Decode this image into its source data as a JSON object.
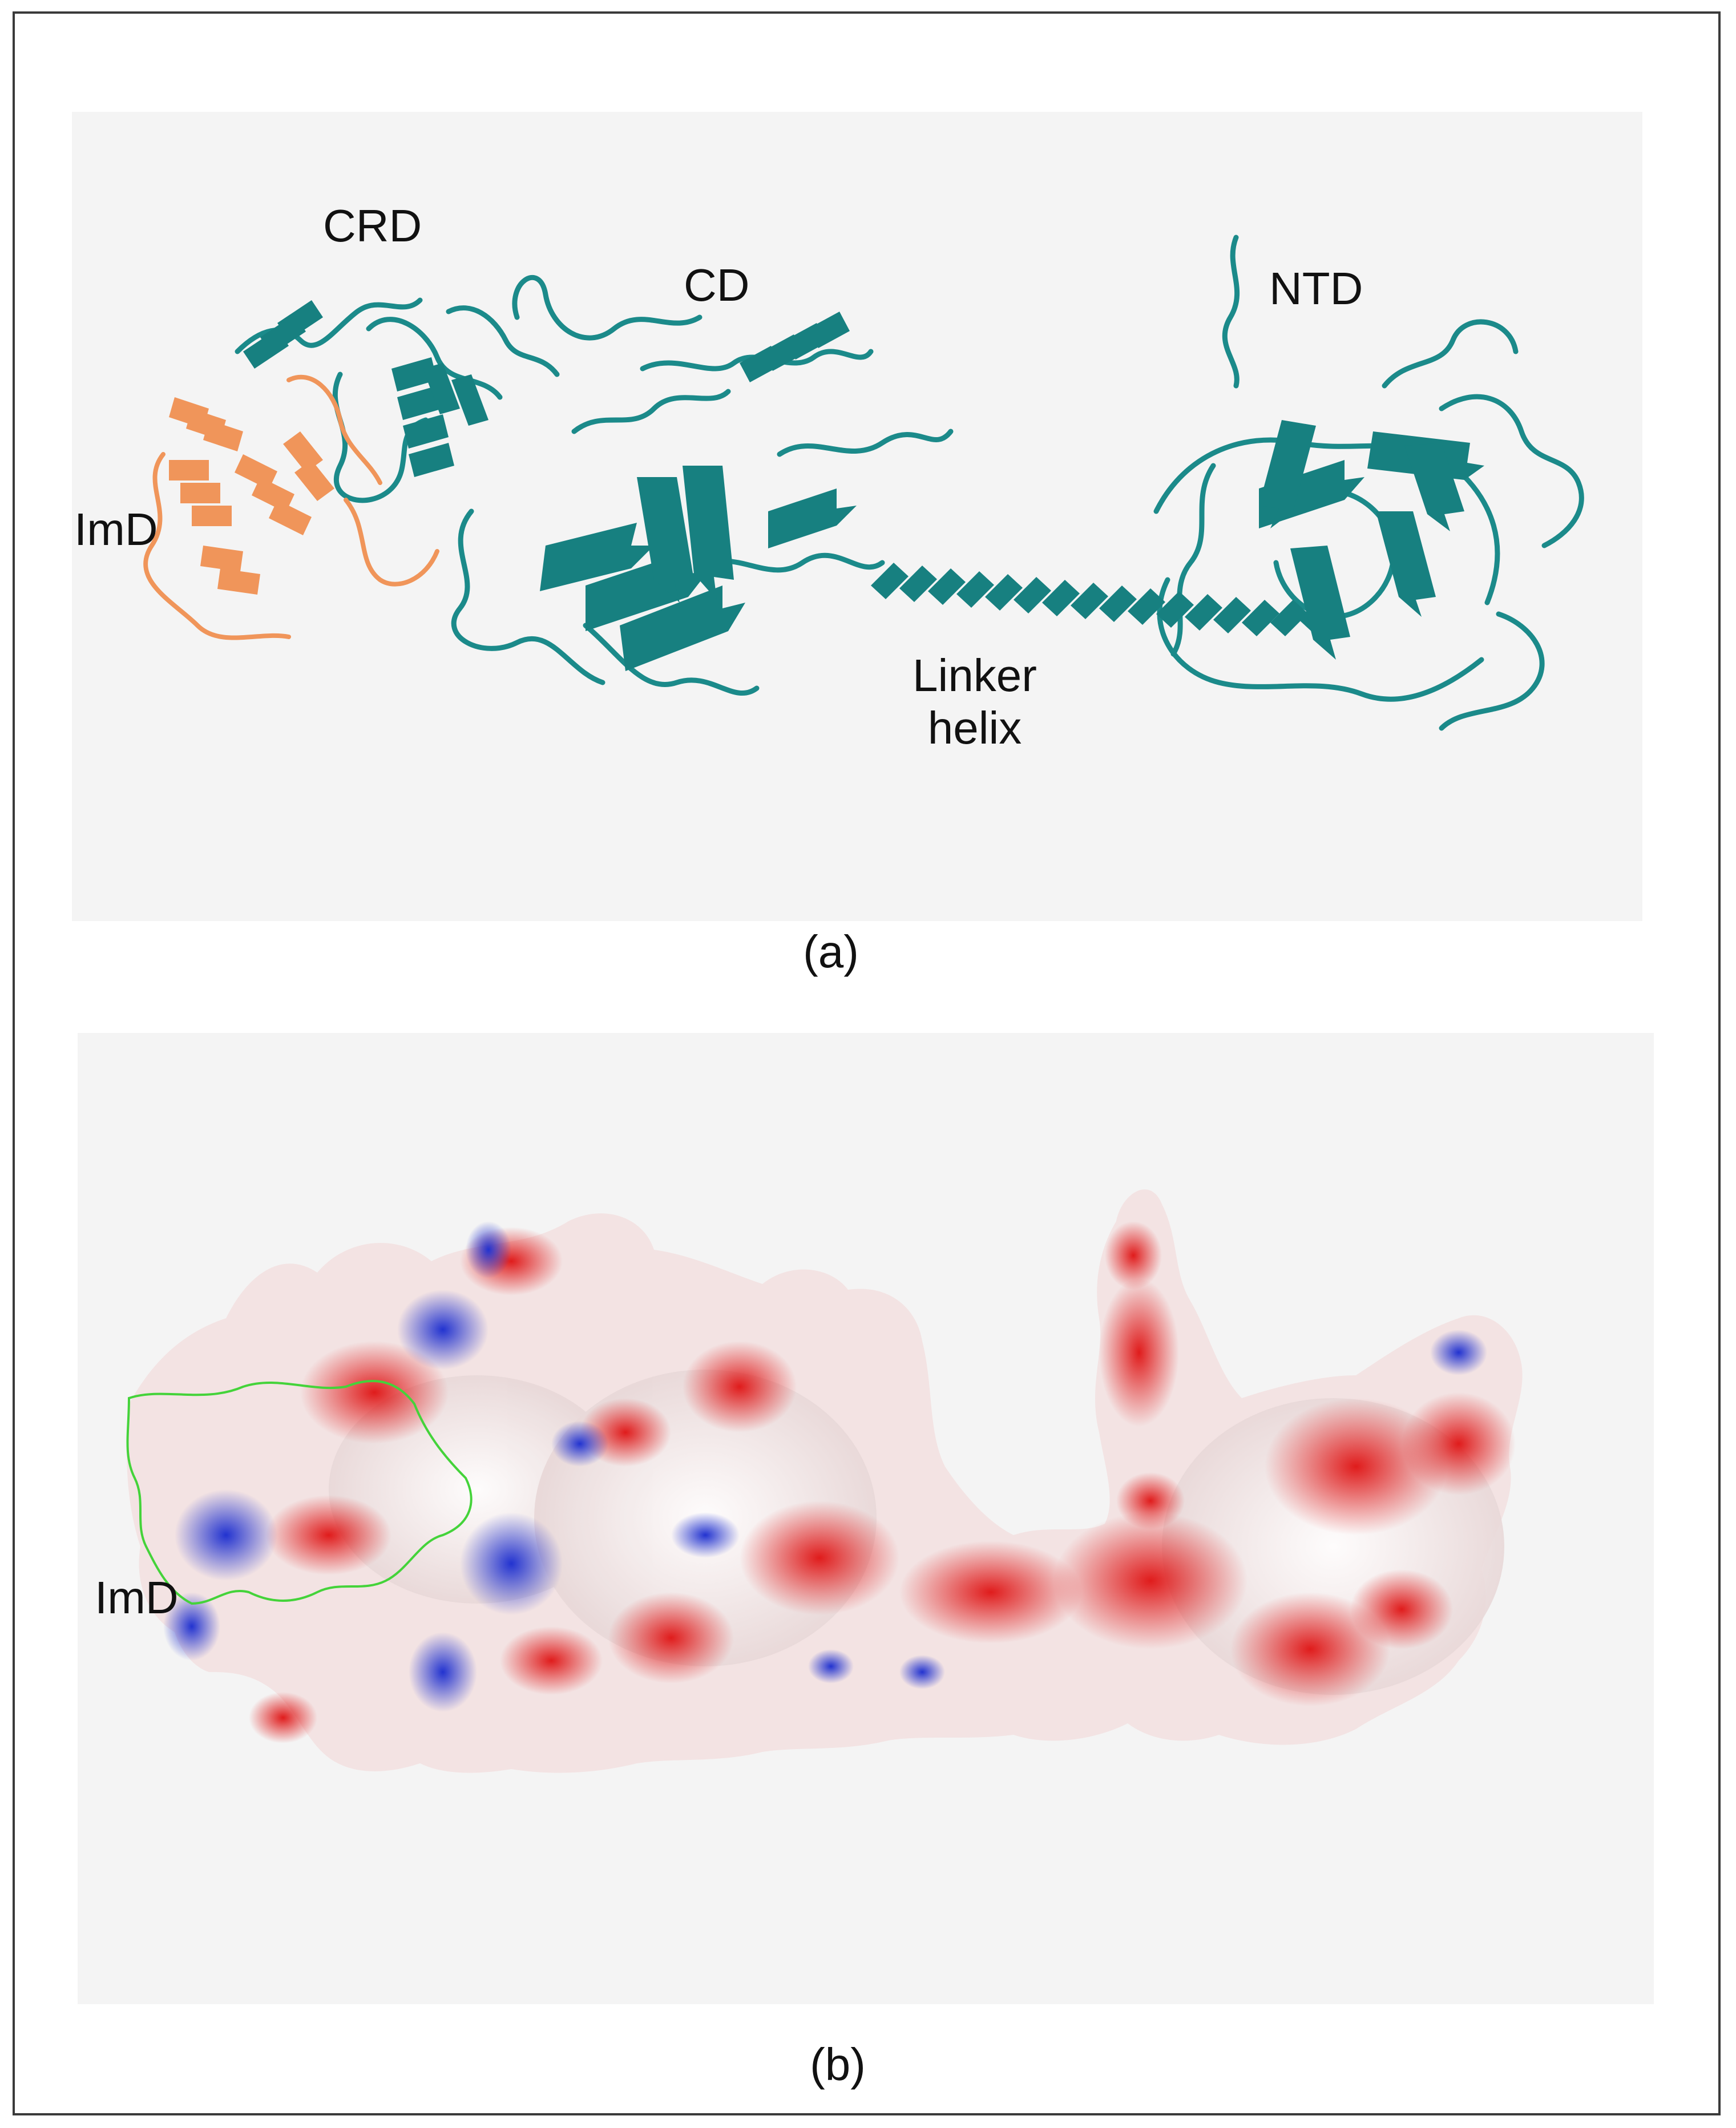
{
  "panel_a": {
    "caption": "(a)",
    "labels": {
      "crd": "CRD",
      "cd": "CD",
      "ntd": "NTD",
      "imd": "ImD",
      "linker_line1": "Linker",
      "linker_line2": "helix"
    },
    "colors": {
      "main_chain": "#1b8a8a",
      "imd_chain": "#f0955a",
      "background": "#f4f4f4"
    }
  },
  "panel_b": {
    "caption": "(b)",
    "labels": {
      "imd": "ImD"
    },
    "colors": {
      "negative": "#e01c1c",
      "neutral": "#ffffff",
      "positive": "#2233d0",
      "imd_outline": "#44d33a"
    }
  }
}
